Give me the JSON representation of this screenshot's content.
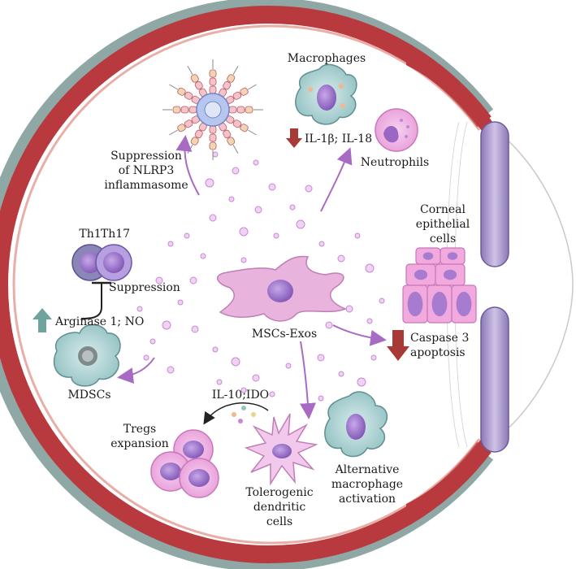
{
  "labels": {
    "macrophages": "Macrophages",
    "il1b_il18": "IL-1β; IL-18",
    "neutrophils": "Neutrophils",
    "suppression_nlrp3_1": "Suppression",
    "suppression_nlrp3_2": "of NLRP3",
    "suppression_nlrp3_3": "inflammasome",
    "th1": "Th1",
    "th17": "Th17",
    "suppression": "Suppression",
    "arginase_no": "Arginase 1; NO",
    "mdscs": "MDSCs",
    "msc_exos": "MSCs-Exos",
    "corneal_1": "Corneal",
    "corneal_2": "epithelial",
    "corneal_3": "cells",
    "caspase_1": "Caspase 3",
    "caspase_2": "apoptosis",
    "il10_ido": "IL-10;IDO",
    "tregs_1": "Tregs",
    "tregs_2": "expansion",
    "tolerogenic_1": "Tolerogenic",
    "tolerogenic_2": "dendritic",
    "tolerogenic_3": "cells",
    "alt_mac_1": "Alternative",
    "alt_mac_2": "macrophage",
    "alt_mac_3": "activation"
  },
  "colors": {
    "sclera": "#b83a3e",
    "outer_ring": "#8fa7a5",
    "exosome": "#c889d3",
    "arrow": "#a86bc4",
    "down_arrow": "#a83a35",
    "up_arrow": "#6ea39e"
  }
}
